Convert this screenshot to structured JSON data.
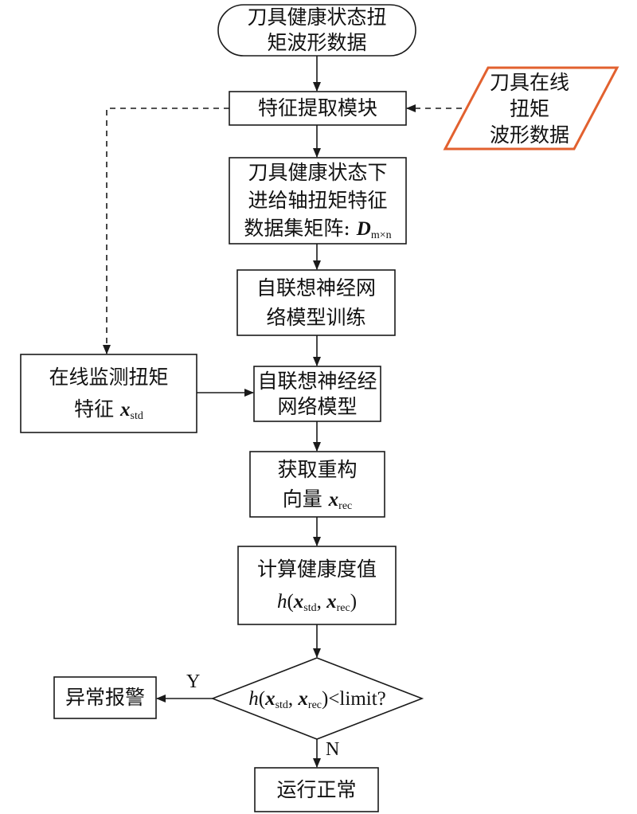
{
  "nodes": {
    "start": {
      "line1": "刀具健康状态扭",
      "line2": "矩波形数据"
    },
    "online_input": {
      "line1": "刀具在线",
      "line2": "扭矩",
      "line3": "波形数据"
    },
    "feature_extraction": {
      "label": "特征提取模块"
    },
    "dataset": {
      "line1": "刀具健康状态下",
      "line2": "进给轴扭矩特征",
      "line3_text": "数据集矩阵: ",
      "line3_var": "D",
      "line3_sub": "m×n"
    },
    "training": {
      "line1": "自联想神经网",
      "line2": "络模型训练"
    },
    "online_feature": {
      "line1": "在线监测扭矩",
      "line2_text": "特征 ",
      "line2_var": "x",
      "line2_sub": "std"
    },
    "model": {
      "line1": "自联想神经经",
      "line2": "网络模型"
    },
    "reconstruct": {
      "line1": "获取重构",
      "line2_text": "向量 ",
      "line2_var": "x",
      "line2_sub": "rec"
    },
    "health": {
      "line1": "计算健康度值",
      "fn": "h",
      "open": "(",
      "var1": "x",
      "sub1": "std",
      "comma": ", ",
      "var2": "x",
      "sub2": "rec",
      "close": ")"
    },
    "decision": {
      "fn": "h",
      "open": "(",
      "var1": "x",
      "sub1": "std",
      "comma": ", ",
      "var2": "x",
      "sub2": "rec",
      "tail": ")<limit?"
    },
    "alarm": {
      "label": "异常报警"
    },
    "normal": {
      "label": "运行正常"
    }
  },
  "edge_labels": {
    "yes": "Y",
    "no": "N"
  },
  "colors": {
    "stroke": "#1a1a1a",
    "input_border": "#e2612f"
  }
}
